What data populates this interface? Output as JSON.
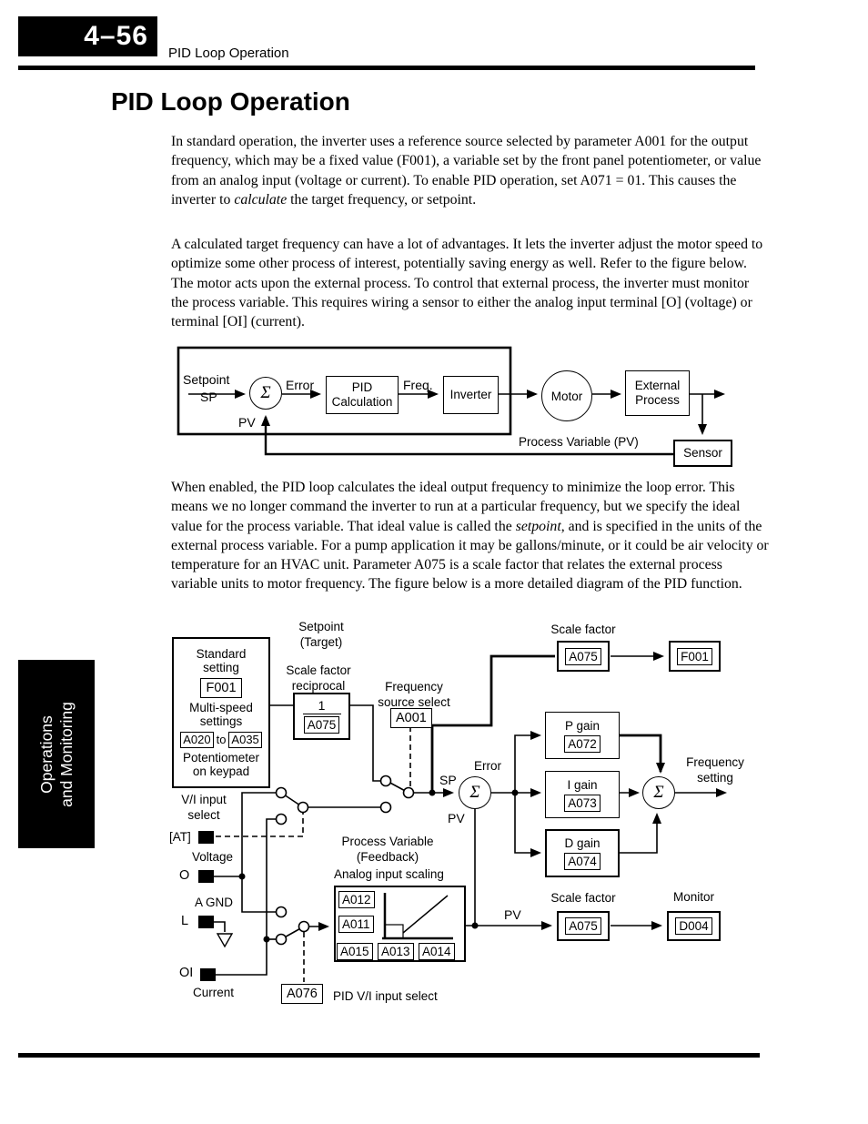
{
  "header": {
    "page_number": "4–56",
    "section_title": "PID Loop Operation"
  },
  "title": "PID Loop Operation",
  "sidebar_tab": {
    "line1": "Operations",
    "line2": "and Monitoring"
  },
  "paragraphs": {
    "p1": [
      {
        "t": "In standard operation, the inverter uses a reference source selected by parameter A001 for the output frequency, which may be a fixed value (F001), a variable set by the front panel potentiometer, or value from an analog input (voltage or current). To enable PID operation, set A071 = 01. This causes the inverter to "
      },
      {
        "t": "calculate",
        "i": true
      },
      {
        "t": " the target frequency, or setpoint."
      }
    ],
    "p2": [
      {
        "t": "A calculated target frequency can have a lot of advantages. It lets the inverter adjust the motor speed to optimize some other process of interest, potentially saving energy as well. Refer to the figure below. The motor acts upon the external process. To control that external process, the inverter must monitor the process variable. This requires wiring a sensor to either the analog input terminal [O] (voltage) or terminal [OI] (current)."
      }
    ],
    "p3": [
      {
        "t": "When enabled, the PID loop calculates the ideal output frequency to minimize the loop error. This means we no longer command the inverter to run at a particular frequency, but we specify the ideal value for the process variable. That ideal value is called the "
      },
      {
        "t": "setpoint",
        "i": true
      },
      {
        "t": ", and is specified in the units of the external process variable. For a pump application it may be gallons/minute, or it could be air velocity or temperature for an HVAC unit. Parameter A075 is a scale factor that relates the external process variable units to motor frequency. The figure below is a more detailed diagram of the PID function."
      }
    ]
  },
  "diagram1": {
    "setpoint": "Setpoint",
    "sp": "SP",
    "sum_symbol": "Σ",
    "error": "Error",
    "pid_calc_line1": "PID",
    "pid_calc_line2": "Calculation",
    "freq": "Freq.",
    "inverter": "Inverter",
    "motor": "Motor",
    "external_line1": "External",
    "external_line2": "Process",
    "pv": "PV",
    "process_variable": "Process Variable (PV)",
    "sensor": "Sensor"
  },
  "diagram2": {
    "setpoint_target": {
      "line1": "Setpoint",
      "line2": "(Target)"
    },
    "source_box": {
      "row1": "Standard",
      "row2": "setting",
      "param1": "F001",
      "row3": "Multi-speed",
      "row4": "settings",
      "param2": "A020",
      "to": "to",
      "param3": "A035",
      "row5": "Potentiometer",
      "row6": "on keypad"
    },
    "scale_reciprocal": {
      "line1": "Scale factor",
      "line2": "reciprocal",
      "numerator": "1",
      "param": "A075"
    },
    "freq_source": {
      "line1": "Frequency",
      "line2": "source select",
      "param": "A001"
    },
    "sp": "SP",
    "pv": "PV",
    "error": "Error",
    "sum_symbol": "Σ",
    "scale_factor_top": {
      "label": "Scale factor",
      "param": "A075",
      "target": "F001"
    },
    "gains": {
      "p_label": "P gain",
      "p_param": "A072",
      "i_label": "I gain",
      "i_param": "A073",
      "d_label": "D gain",
      "d_param": "A074"
    },
    "freq_setting": {
      "line1": "Frequency",
      "line2": "setting"
    },
    "vi_input": {
      "line1": "V/I input",
      "line2": "select",
      "at": "[AT]",
      "voltage": "Voltage",
      "o": "O",
      "a_gnd": "A GND",
      "l": "L",
      "oi": "OI",
      "current": "Current"
    },
    "pv_feedback": {
      "line1": "Process Variable",
      "line2": "(Feedback)"
    },
    "analog_scaling": {
      "label": "Analog input scaling",
      "p1": "A012",
      "p2": "A011",
      "p3": "A015",
      "p4": "A013",
      "p5": "A014"
    },
    "vi_select": {
      "param": "A076",
      "label": "PID V/I input select"
    },
    "pv_out": "PV",
    "scale_factor_bottom": {
      "label": "Scale factor",
      "param": "A075"
    },
    "monitor": {
      "label": "Monitor",
      "param": "D004"
    }
  }
}
